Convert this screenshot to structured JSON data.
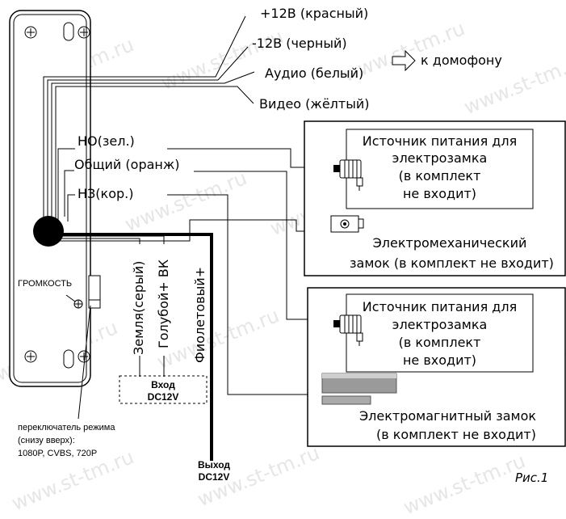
{
  "watermark": "www.st-tm.ru",
  "wires": {
    "plus12": "+12В (красный)",
    "minus12": "-12В (черный)",
    "audio": "Аудио (белый)",
    "video": "Видео (жёлтый)",
    "to_intercom": "к домофону",
    "no": "НО(зел.)",
    "common": "Общий (оранж)",
    "nc": "НЗ(кор.)",
    "ground": "Земля(серый)",
    "blue": "Голубой+ ВК",
    "violet": "Фиолетовый+"
  },
  "panel": {
    "volume": "ГРОМКОСТЬ",
    "switch_note": [
      "переключатель режима",
      "(снизу вверх):",
      "1080P, CVBS, 720P"
    ]
  },
  "box1": {
    "psu": [
      "Источник питания для",
      "электрозамка",
      "(в комплект",
      "не входит)"
    ],
    "lock": [
      "Электромеханический",
      "замок (в комплект не входит)"
    ]
  },
  "box2": {
    "psu": [
      "Источник питания для",
      "электрозамка",
      "(в комплект",
      "не входит)"
    ],
    "lock": [
      "Электромагнитный замок",
      "(в комплект не входит)"
    ]
  },
  "input": [
    "Вход",
    "DC12V"
  ],
  "output": [
    "Выход",
    "DC12V"
  ],
  "figure": "Рис.1"
}
